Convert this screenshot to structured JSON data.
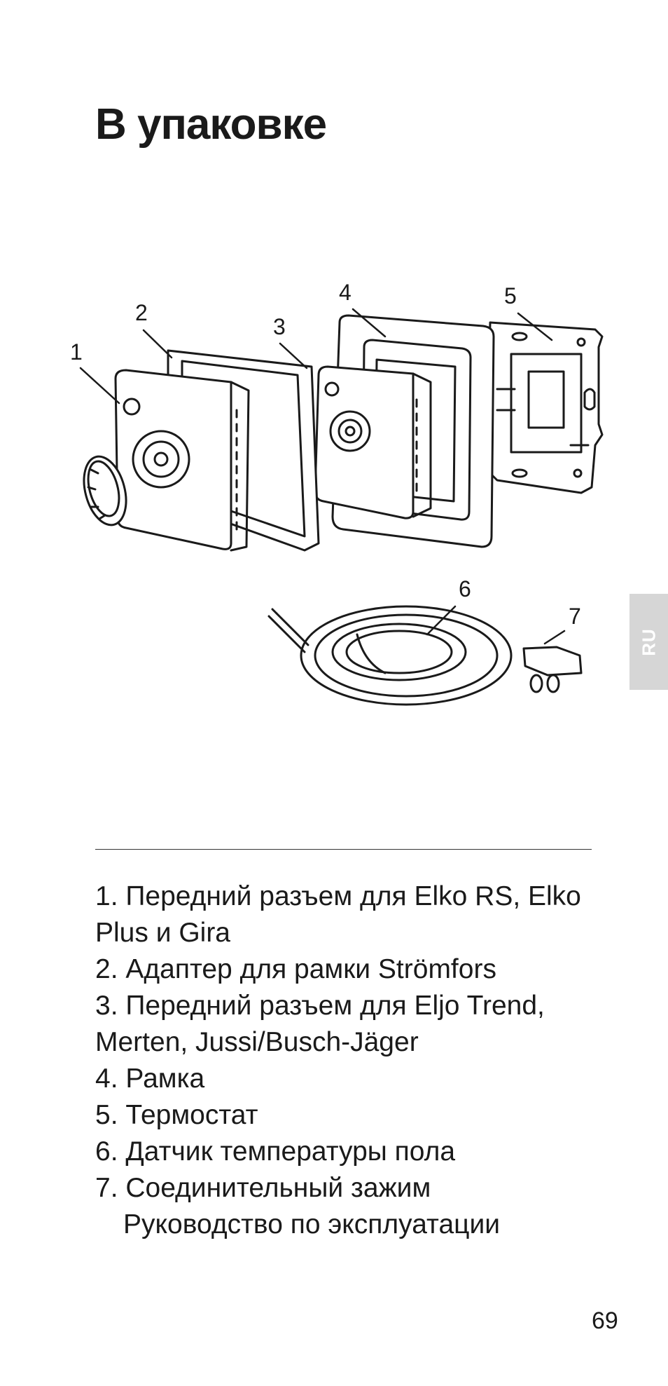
{
  "title": "В упаковке",
  "figure": {
    "callouts": [
      "1",
      "2",
      "3",
      "4",
      "5",
      "6",
      "7"
    ]
  },
  "items": [
    "1. Передний разъем для Elko RS, Elko Plus и Gira",
    "2. Адаптер для рамки Strömfors",
    "3. Передний разъем для Eljo Trend, Merten, Jussi/Busch-Jäger",
    "4. Рамка",
    "5. Термостат",
    "6. Датчик температуры пола",
    "7. Соединительный зажим",
    "Руководство по эксплуатации"
  ],
  "language_tab": "RU",
  "page_number": "69"
}
